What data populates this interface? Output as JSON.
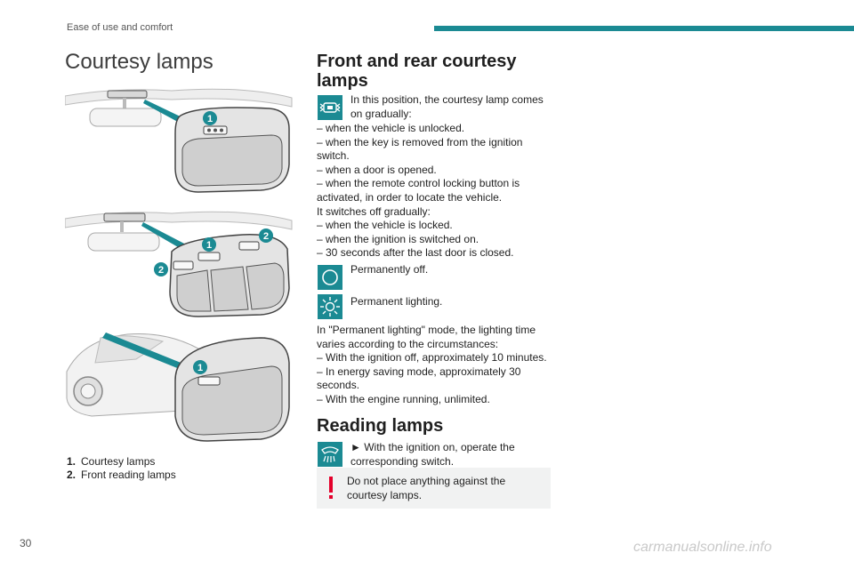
{
  "header": {
    "section": "Ease of use and comfort",
    "accent": "#1b8a93"
  },
  "page_number": "30",
  "left": {
    "title": "Courtesy lamps",
    "legend": [
      {
        "num": "1.",
        "label": "Courtesy lamps"
      },
      {
        "num": "2.",
        "label": "Front reading lamps"
      }
    ]
  },
  "right": {
    "front_rear_title": "Front and rear courtesy lamps",
    "door_icon_text": [
      "In this position, the courtesy lamp comes",
      "on gradually:"
    ],
    "on_list": [
      "– when the vehicle is unlocked.",
      "– when the key is removed from the ignition",
      "switch.",
      "– when a door is opened.",
      "– when the remote control locking button is",
      "activated, in order to locate the vehicle.",
      "It switches off gradually:",
      "– when the vehicle is locked.",
      "– when the ignition is switched on.",
      "– 30 seconds after the last door is closed."
    ],
    "off_text": "Permanently off.",
    "permanent_text": "Permanent lighting.",
    "mode_text": [
      "In \"Permanent lighting\" mode, the lighting time",
      "varies according to the circumstances:",
      "– With the ignition off, approximately 10 minutes.",
      "– In energy saving mode, approximately 30",
      "seconds.",
      "– With the engine running, unlimited."
    ],
    "reading_title": "Reading lamps",
    "reading_text": [
      "► With the ignition on, operate the",
      "corresponding switch."
    ],
    "warning_text": [
      "Do not place anything against the",
      "courtesy lamps."
    ]
  },
  "callouts": {
    "one": "1",
    "two": "2"
  },
  "watermark": "carmanualsonline.info",
  "icons": [
    "door-courtesy-icon",
    "off-circle-icon",
    "sun-lighting-icon",
    "reading-lamp-icon",
    "warning-exclamation-icon"
  ]
}
